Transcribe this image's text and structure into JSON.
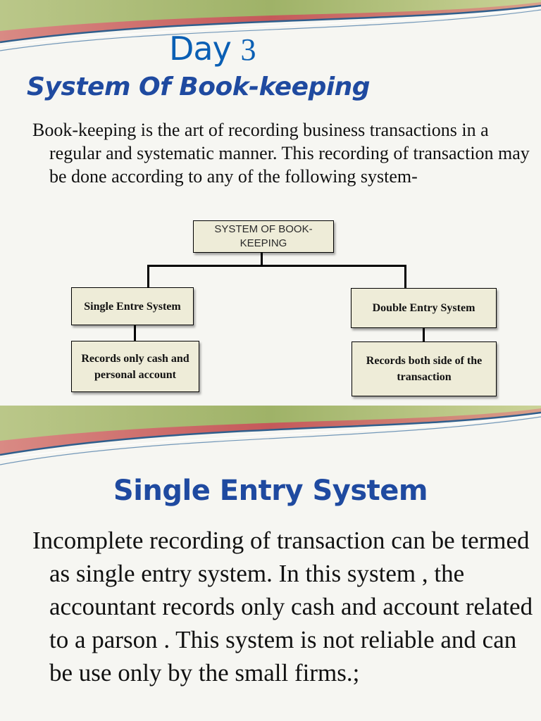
{
  "slide1": {
    "day_word": "Day",
    "day_number": "3",
    "title": "System Of Book-keeping",
    "intro": "Book-keeping is the art of recording business transactions in a regular and systematic manner. This recording  of transaction may be done according to any of the following system-",
    "diagram": {
      "root": "SYSTEM OF BOOK-KEEPING",
      "single": "Single Entre System",
      "double": "Double Entry System",
      "single_desc": "Records only cash and personal account",
      "double_desc": "Records both side of the transaction"
    }
  },
  "slide2": {
    "title": "Single Entry System",
    "body": "Incomplete recording of transaction can be termed as single entry system. In this system , the accountant records only cash and account related to a parson . This system is not reliable and can be use only by the small firms.;"
  },
  "colors": {
    "title_blue": "#1f4aa0",
    "day_blue": "#0a5fb4",
    "box_fill": "#eeecd8",
    "banner_red": "#c5595a",
    "banner_green": "#98c26a"
  }
}
